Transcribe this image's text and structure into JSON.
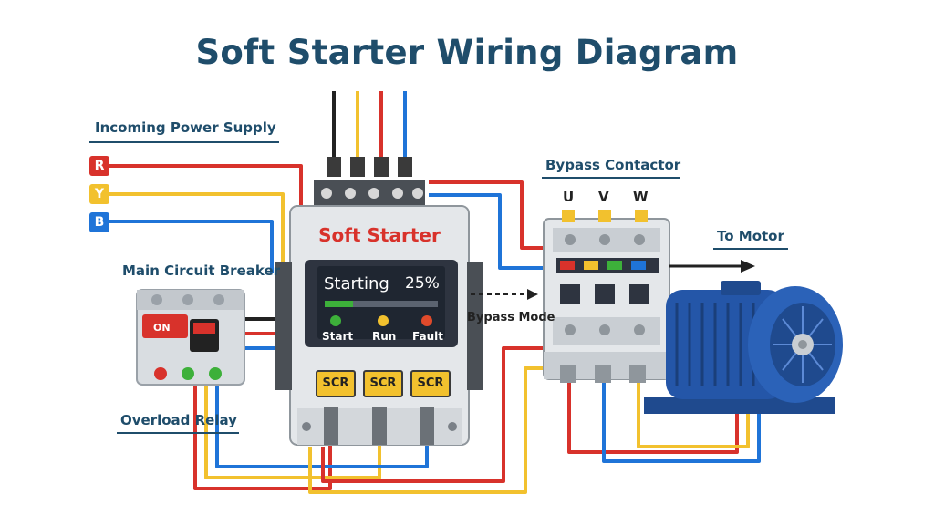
{
  "title": "Soft Starter Wiring Diagram",
  "labels": {
    "incoming_power_supply": "Incoming Power Supply",
    "main_circuit_breaker": "Main Circuit Breaker",
    "overload_relay": "Overload Relay",
    "bypass_contactor": "Bypass Contactor",
    "to_motor": "To Motor",
    "bypass_mode": "Bypass Mode"
  },
  "phases": [
    {
      "label": "R",
      "color": "#d8322b"
    },
    {
      "label": "Y",
      "color": "#f2c12e"
    },
    {
      "label": "B",
      "color": "#1f74d8"
    }
  ],
  "breaker": {
    "state_label": "ON"
  },
  "soft_starter": {
    "title": "Soft Starter",
    "display_status": "Starting",
    "display_progress_text": "25%",
    "progress": 0.25,
    "leds": [
      {
        "label": "Start",
        "color": "#3db03a"
      },
      {
        "label": "Run",
        "color": "#f2c12e"
      },
      {
        "label": "Fault",
        "color": "#e04a2b"
      }
    ],
    "scr_modules": [
      "SCR",
      "SCR",
      "SCR"
    ]
  },
  "contactor_terminals": [
    "U",
    "V",
    "W"
  ],
  "colors": {
    "red_wire": "#d8322b",
    "yellow_wire": "#f2c12e",
    "blue_wire": "#1f74d8",
    "title_text": "#1f4d6b",
    "motor_blue": "#2456a8"
  }
}
